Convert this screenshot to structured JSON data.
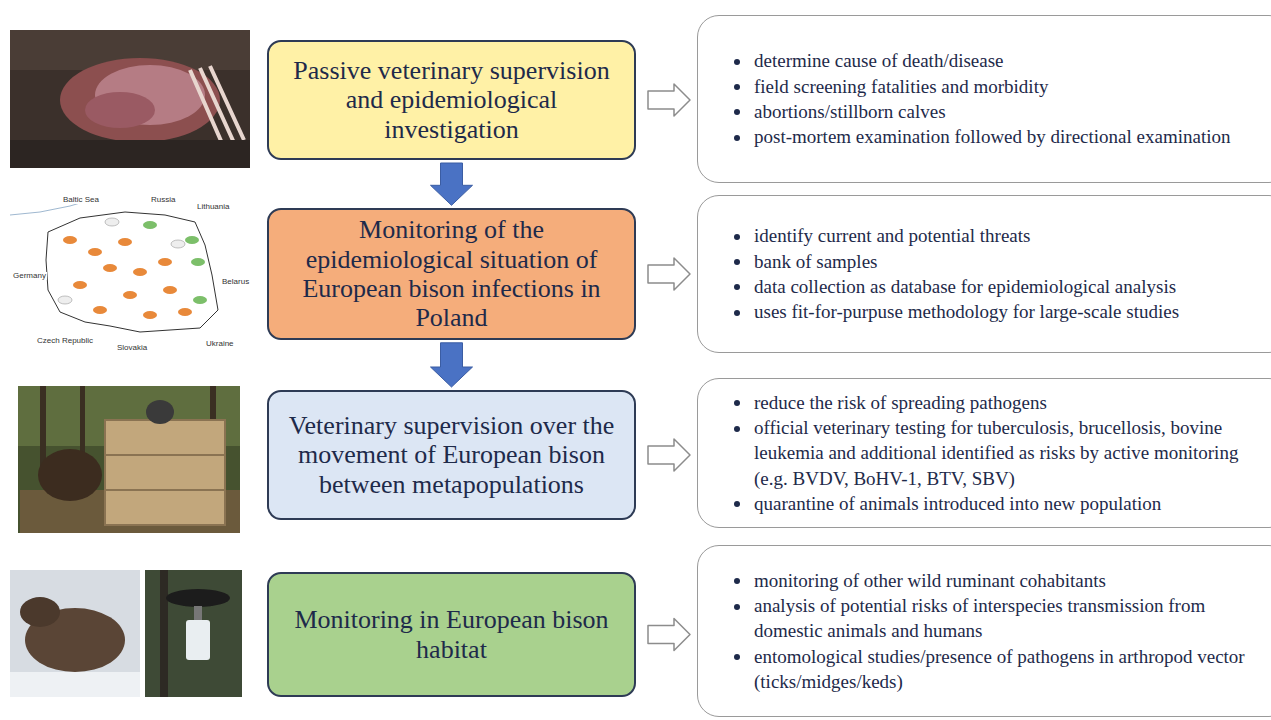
{
  "diagram": {
    "nodes": [
      {
        "text": [
          "Passive veterinary supervision and epidemiological investigation"
        ]
      },
      {
        "text": [
          "Monitoring of the epidemiological situation of European bison infections in Poland"
        ]
      },
      {
        "text": [
          "Veterinary supervision over the movement of European bison between metapopulations"
        ]
      },
      {
        "text": [
          "Monitoring in European bison habitat"
        ]
      },
      {
        "text": [
          "determine cause of death/disease",
          "field screening fatalities and morbidity",
          "abortions/stillborn calves",
          "post-mortem examination followed by directional examination"
        ]
      },
      {
        "text": [
          "identify current and potential threats",
          "bank of samples",
          "data collection as database for epidemiological analysis",
          "uses fit-for-purpuse methodology for large-scale studies"
        ]
      },
      {
        "text": [
          "reduce the risk of spreading pathogens",
          "official veterinary testing for tuberculosis, brucellosis, bovine leukemia and additional identified as risks by active monitoring (e.g. BVDV, BoHV-1, BTV, SBV)",
          "quarantine of animals introduced into new population"
        ]
      },
      {
        "text": [
          "monitoring of other wild ruminant cohabitants",
          "analysis of potential risks of interspecies transmission from domestic animals and humans",
          "entomological studies/presence of pathogens in arthropod vector (ticks/midges/keds)"
        ]
      }
    ],
    "edges": [
      {
        "from": 0,
        "to": 1,
        "arrow": "to"
      },
      {
        "from": 1,
        "to": 2,
        "arrow": "to"
      },
      {
        "from": 0,
        "to": 4,
        "arrow": "to"
      },
      {
        "from": 1,
        "to": 5,
        "arrow": "to"
      },
      {
        "from": 2,
        "to": 6,
        "arrow": "to"
      },
      {
        "from": 3,
        "to": 7,
        "arrow": "to"
      }
    ],
    "labels": [
      "Baltic Sea",
      "Russia",
      "Lithuania",
      "Germany",
      "Belarus",
      "Czech Republic",
      "Slovakia",
      "Ukraine"
    ]
  }
}
